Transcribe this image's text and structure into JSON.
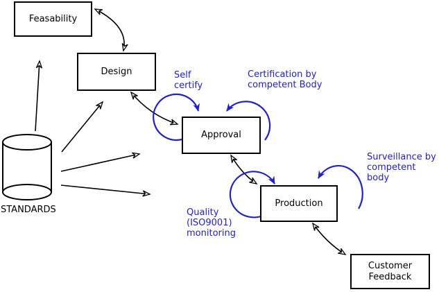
{
  "nodes": {
    "feasability": {
      "label": "Feasability"
    },
    "design": {
      "label": "Design"
    },
    "approval": {
      "label": "Approval"
    },
    "production": {
      "label": "Production"
    },
    "customer_feedback": {
      "label": "Customer\nFeedback"
    },
    "standards": {
      "label": "STANDARDS",
      "shape": "cylinder"
    }
  },
  "annotations": {
    "self_certify": {
      "label": "Self\ncertify"
    },
    "certification": {
      "label": "Certification by\ncompetent Body"
    },
    "surveillance": {
      "label": "Surveillance by\ncompetent body"
    },
    "quality": {
      "label": "Quality\n(ISO9001)\nmonitoring"
    }
  },
  "edges": [
    {
      "from": "standards",
      "to": "feasability",
      "style": "single-arrow"
    },
    {
      "from": "standards",
      "to": "design",
      "style": "single-arrow"
    },
    {
      "from": "standards",
      "to": "approval",
      "style": "single-arrow"
    },
    {
      "from": "standards",
      "to": "production",
      "style": "single-arrow"
    },
    {
      "from": "feasability",
      "to": "design",
      "style": "double-arrow"
    },
    {
      "from": "design",
      "to": "approval",
      "style": "double-arrow"
    },
    {
      "from": "approval",
      "to": "production",
      "style": "double-arrow"
    },
    {
      "from": "production",
      "to": "customer_feedback",
      "style": "double-arrow"
    },
    {
      "node": "approval",
      "loop": "self_certify"
    },
    {
      "node": "approval",
      "loop": "certification"
    },
    {
      "node": "production",
      "loop": "quality"
    },
    {
      "node": "production",
      "loop": "surveillance"
    }
  ],
  "colors": {
    "line": "#000000",
    "annotation_blue": "#2020c8",
    "node_fill": "#ffffff",
    "background": "#ffffff"
  }
}
